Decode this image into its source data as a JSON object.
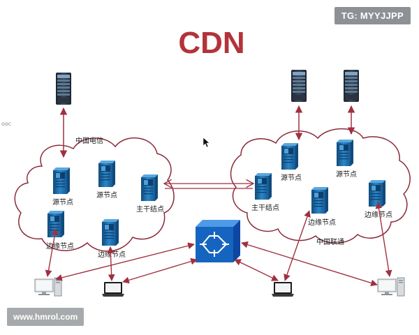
{
  "title": "CDN",
  "watermark_top": "TG: MYYJJPP",
  "watermark_bottom": "www.hmrol.com",
  "edge_fragment": "ooc",
  "clouds": {
    "left_name": "中国电信",
    "right_name": "中国联通"
  },
  "labels": {
    "left_source_1": "源节点",
    "left_source_2": "源节点",
    "left_backbone": "主干结点",
    "left_edge_1": "边缘节点",
    "left_edge_2": "边缘节点",
    "right_source_1": "源节点",
    "right_source_2": "源节点",
    "right_backbone": "主干结点",
    "right_edge_1": "边缘节点",
    "right_edge_2": "边缘节点"
  },
  "colors": {
    "title": "#b3333a",
    "link": "#a03040",
    "cloud_stroke": "#8a2a3a",
    "server": "#1f6aa5",
    "switch": "#1565c0"
  },
  "icons": [
    "rack-server-icon",
    "blue-server-icon",
    "network-switch-icon",
    "desktop-computer-icon",
    "laptop-icon",
    "mouse-cursor-icon"
  ]
}
